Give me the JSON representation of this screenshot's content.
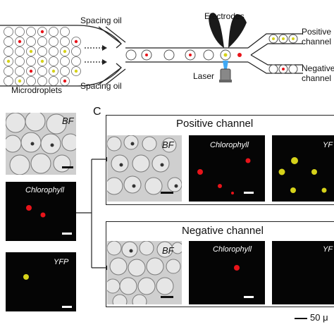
{
  "schematic": {
    "microdroplets_label": "Microdroplets",
    "spacing_oil_top": "Spacing oil",
    "spacing_oil_bottom": "Spacing oil",
    "electrodes_label": "Electrodes",
    "laser_label": "Laser",
    "positive_channel_label": "Positive channel",
    "negative_channel_label": "Negative channel"
  },
  "panel_b": {
    "bf_tag": "BF",
    "chlorophyll_tag": "Chlorophyll",
    "yfp_tag": "YFP"
  },
  "panel_c": {
    "letter": "C",
    "positive": {
      "title": "Positive channel",
      "bf_tag": "BF",
      "chlorophyll_tag": "Chlorophyll",
      "yfp_tag": "YF"
    },
    "negative": {
      "title": "Negative channel",
      "bf_tag": "BF",
      "chlorophyll_tag": "Chlorophyll",
      "yfp_tag": "YF"
    }
  },
  "scale_text": "50 μ",
  "colors": {
    "chlorophyll": "#e8141a",
    "yfp": "#d6d21a",
    "channel_stroke": "#222222",
    "laser_beam": "#3fa9f5"
  }
}
